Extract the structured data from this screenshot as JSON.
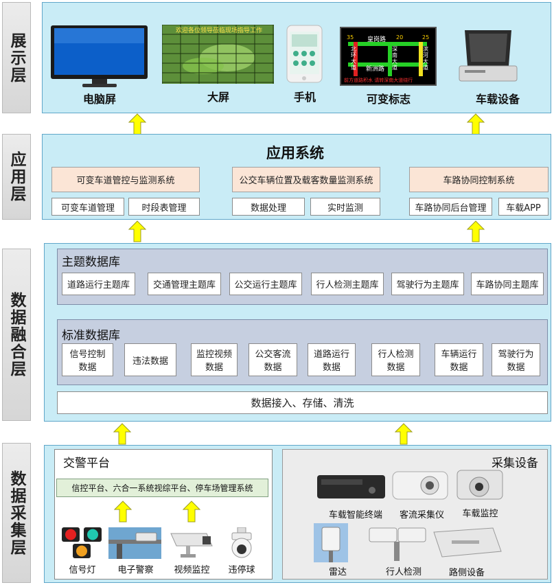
{
  "layers": {
    "display": "展示层",
    "application": "应用层",
    "fusion": "数据融合层",
    "collection": "数据采集层"
  },
  "display": {
    "devices": [
      {
        "label": "电脑屏",
        "icon": "monitor-icon"
      },
      {
        "label": "大屏",
        "icon": "video-wall-icon",
        "screen_text": "欢迎各位领导莅临现场指导工作"
      },
      {
        "label": "手机",
        "icon": "smartphone-icon"
      },
      {
        "label": "可变标志",
        "icon": "variable-sign-icon",
        "sign_text": {
          "top": "皇岗路",
          "left": "北环大道",
          "middle": "深南大道",
          "right": "滨河大道",
          "bottom": "新洲路",
          "footer": "前方道路积水 请转深南大道绕行",
          "speed_left": "35",
          "speed_mid": "20",
          "speed_right": "25"
        }
      },
      {
        "label": "车载设备",
        "icon": "vehicle-terminal-icon"
      }
    ]
  },
  "application": {
    "title": "应用系统",
    "groups": [
      {
        "title": "可变车道管控与监测系统",
        "items": [
          "可变车道管理",
          "时段表管理"
        ]
      },
      {
        "title": "公交车辆位置及载客数量监测系统",
        "items": [
          "数据处理",
          "实时监测"
        ]
      },
      {
        "title": "车路协同控制系统",
        "items": [
          "车路协同后台管理",
          "车载APP"
        ]
      }
    ]
  },
  "fusion": {
    "theme_db": {
      "title": "主题数据库",
      "items": [
        "道路运行主题库",
        "交通管理主题库",
        "公交运行主题库",
        "行人检测主题库",
        "驾驶行为主题库",
        "车路协同主题库"
      ]
    },
    "standard_db": {
      "title": "标准数据库",
      "items": [
        [
          "信号控制",
          "数据"
        ],
        [
          "违法数据",
          ""
        ],
        [
          "监控视频",
          "数据"
        ],
        [
          "公交客流",
          "数据"
        ],
        [
          "道路运行",
          "数据"
        ],
        [
          "行人检测",
          "数据"
        ],
        [
          "车辆运行",
          "数据"
        ],
        [
          "驾驶行为",
          "数据"
        ]
      ]
    },
    "ingest": "数据接入、存储、清洗"
  },
  "collection": {
    "police": {
      "title": "交警平台",
      "platforms": "信控平台、六合一系统视综平台、停车场管理系统",
      "devices": [
        "信号灯",
        "电子警察",
        "视频监控",
        "违停球"
      ]
    },
    "equipment": {
      "title": "采集设备",
      "devices": [
        "车载智能终端",
        "客流采集仪",
        "车载监控",
        "雷达",
        "行人检测",
        "路侧设备"
      ]
    }
  },
  "colors": {
    "arrow": "#ffff00",
    "panel": "#c9ecf6",
    "peach": "#fbe5d6",
    "grey_panel": "#c6cfe0"
  }
}
